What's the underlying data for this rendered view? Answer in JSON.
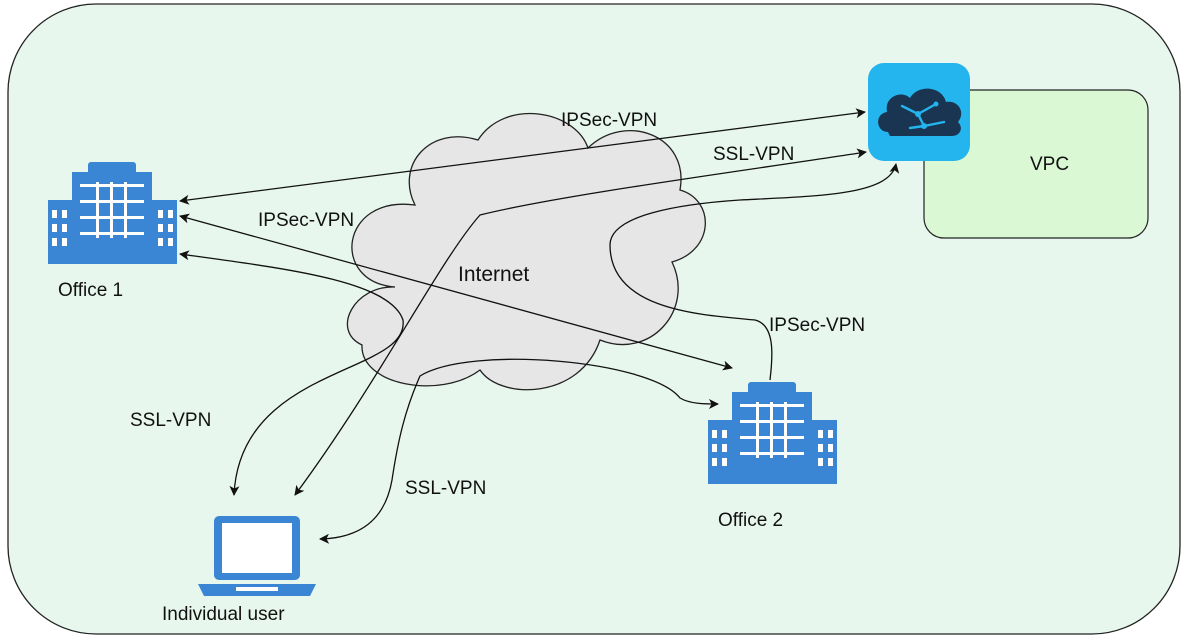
{
  "nodes": {
    "office1": {
      "label": "Office 1",
      "icon": "office-building-icon"
    },
    "office2": {
      "label": "Office 2",
      "icon": "office-building-icon"
    },
    "user": {
      "label": "Individual user",
      "icon": "laptop-icon"
    },
    "internet": {
      "label": "Internet",
      "icon": "cloud-shape"
    },
    "vpc": {
      "label": "VPC"
    },
    "gateway": {
      "icon": "vpn-gateway-cloud-icon"
    }
  },
  "edges": {
    "office1_vpc": "IPSec-VPN",
    "user_vpc": "SSL-VPN",
    "office1_office2": "IPSec-VPN",
    "vpc_office2": "IPSec-VPN",
    "office1_user": "SSL-VPN",
    "user_office2": "SSL-VPN"
  },
  "colors": {
    "background": "#e8f7ee",
    "vpc_fill": "#d9f8d3",
    "building": "#3a86d4",
    "gateway": "#24b4ee",
    "cloud": "#e6e6e6"
  }
}
